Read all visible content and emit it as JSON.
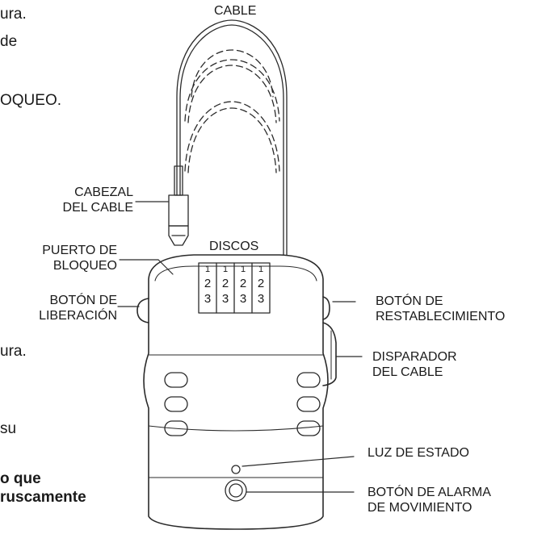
{
  "fragments": {
    "f1": "ura.",
    "f2": "de",
    "f3": "OQUEO.",
    "f4": "ura.",
    "f5": "su",
    "f6a": "o que",
    "f6b": "ruscamente"
  },
  "labels": {
    "cable": "CABLE",
    "cable_head_1": "CABEZAL",
    "cable_head_2": "DEL CABLE",
    "lock_port_1": "PUERTO DE",
    "lock_port_2": "BLOQUEO",
    "release_1": "BOTÓN DE",
    "release_2": "LIBERACIÓN",
    "discs": "DISCOS",
    "reset_1": "BOTÓN DE",
    "reset_2": "RESTABLECIMIENTO",
    "trigger_1": "DISPARADOR",
    "trigger_2": "DEL CABLE",
    "status_light": "LUZ DE ESTADO",
    "alarm_1": "BOTÓN DE ALARMA",
    "alarm_2": "DE MOVIMIENTO"
  },
  "dials": {
    "row1": [
      "1",
      "1",
      "1",
      "1"
    ],
    "row2": [
      "2",
      "2",
      "2",
      "2"
    ],
    "row3": [
      "3",
      "3",
      "3",
      "3"
    ]
  }
}
